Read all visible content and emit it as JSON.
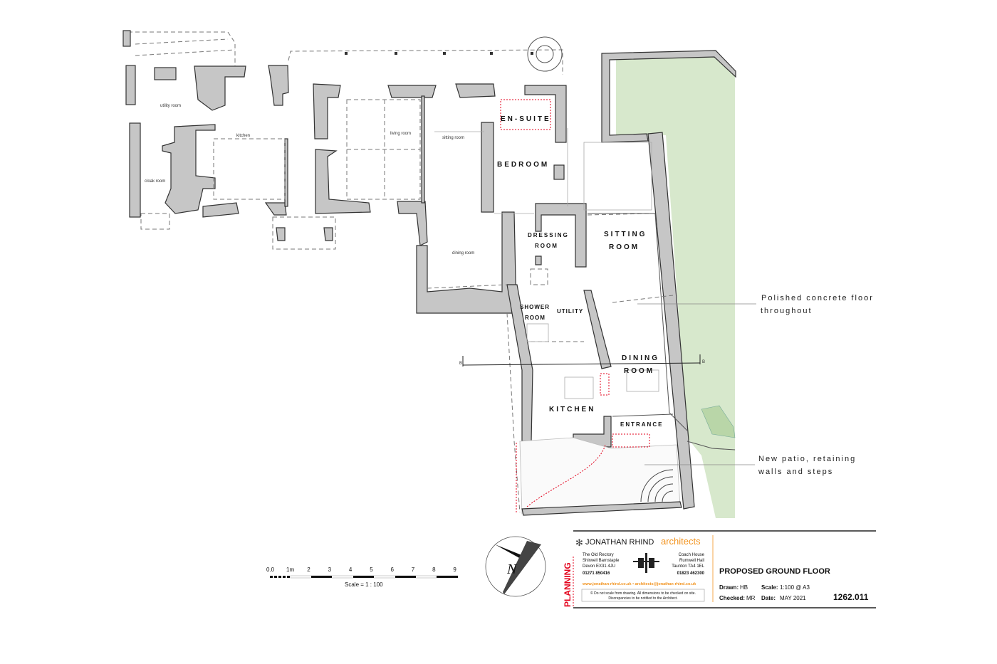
{
  "plan": {
    "existing_rooms": {
      "utility_room": "utility room",
      "kitchen": "kitchen",
      "cloak_room": "cloak room",
      "living_room": "living room",
      "sitting_room": "sitting room",
      "dining_room": "dining room"
    },
    "proposed_rooms": {
      "en_suite": "EN-SUITE",
      "bedroom": "BEDROOM",
      "dressing_1": "DRESSING",
      "dressing_2": "ROOM",
      "sitting_1": "SITTING",
      "sitting_2": "ROOM",
      "shower_1": "SHOWER",
      "shower_2": "ROOM",
      "utility": "UTILITY",
      "dining_1": "DINING",
      "dining_2": "ROOM",
      "kitchen": "KITCHEN",
      "entrance": "ENTRANCE"
    },
    "section_marker": "B",
    "notes": {
      "floor_1": "Polished concrete floor",
      "floor_2": "throughout",
      "patio_1": "New patio, retaining",
      "patio_2": "walls and steps"
    },
    "colors": {
      "wall": "#c6c6c6",
      "garden": "#d7e8cc",
      "accent": "#f29420",
      "planning": "#e3001b"
    }
  },
  "scale_bar": {
    "ticks": [
      "0.0",
      "1m",
      "2",
      "3",
      "4",
      "5",
      "6",
      "7",
      "8",
      "9"
    ],
    "caption": "Scale = 1 : 100"
  },
  "title_block": {
    "stamp": "PLANNING",
    "firm_name": "JONATHAN RHIND",
    "firm_suffix": "architects",
    "address_left": [
      "The Old Rectory",
      "Shirwell Barnstaple",
      "Devon  EX31 4JU",
      "01271  850416"
    ],
    "address_right": [
      "Coach House",
      "Rumwell Hall",
      "Taunton  TA4 1EL",
      "01823  462300"
    ],
    "web": "www.jonathan-rhind.co.uk  •  architects@jonathan-rhind.co.uk",
    "disclaimer_1": "© Do not scale from drawing. All dimensions to be checked on site.",
    "disclaimer_2": "Discrepancies to be notified to the Architect.",
    "drawing_title": "PROPOSED GROUND FLOOR",
    "drawn_label": "Drawn:",
    "drawn_value": "HB",
    "scale_label": "Scale:",
    "scale_value": "1:100 @ A3",
    "checked_label": "Checked:",
    "checked_value": "MR",
    "date_label": "Date:",
    "date_value": "MAY 2021",
    "drawing_number": "1262.011"
  }
}
